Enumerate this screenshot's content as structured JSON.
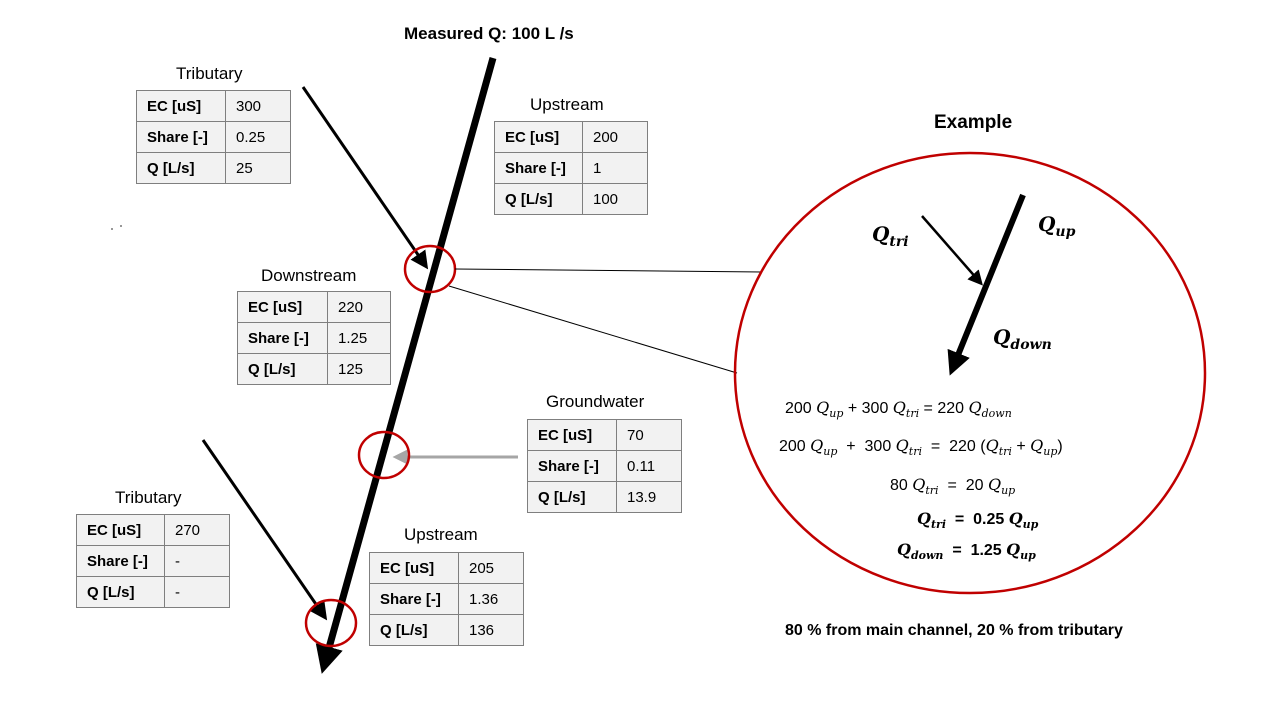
{
  "header": {
    "measured_q": "Measured Q: 100 L /s"
  },
  "stations": {
    "tributary1": {
      "title": "Tributary",
      "rows": [
        {
          "key": "EC [uS]",
          "value": "300"
        },
        {
          "key": "Share [-]",
          "value": "0.25"
        },
        {
          "key": "Q [L/s]",
          "value": "25"
        }
      ]
    },
    "upstream1": {
      "title": "Upstream",
      "rows": [
        {
          "key": "EC [uS]",
          "value": "200"
        },
        {
          "key": "Share [-]",
          "value": "1"
        },
        {
          "key": "Q [L/s]",
          "value": "100"
        }
      ]
    },
    "downstream": {
      "title": "Downstream",
      "rows": [
        {
          "key": "EC [uS]",
          "value": "220"
        },
        {
          "key": "Share [-]",
          "value": "1.25"
        },
        {
          "key": "Q [L/s]",
          "value": "125"
        }
      ]
    },
    "groundwater": {
      "title": "Groundwater",
      "rows": [
        {
          "key": "EC [uS]",
          "value": "70"
        },
        {
          "key": "Share [-]",
          "value": "0.11"
        },
        {
          "key": "Q [L/s]",
          "value": "13.9"
        }
      ]
    },
    "tributary2": {
      "title": "Tributary",
      "rows": [
        {
          "key": "EC [uS]",
          "value": "270"
        },
        {
          "key": "Share [-]",
          "value": "-"
        },
        {
          "key": "Q [L/s]",
          "value": "-"
        }
      ]
    },
    "upstream2": {
      "title": "Upstream",
      "rows": [
        {
          "key": "EC [uS]",
          "value": "205"
        },
        {
          "key": "Share [-]",
          "value": "1.36"
        },
        {
          "key": "Q [L/s]",
          "value": "136"
        }
      ]
    }
  },
  "example": {
    "title": "Example",
    "labels": {
      "q_tri": {
        "base": "Q",
        "sub": "tri"
      },
      "q_up": {
        "base": "Q",
        "sub": "up"
      },
      "q_down": {
        "base": "Q",
        "sub": "down"
      }
    },
    "equations": {
      "eq1": {
        "c1": "200 ",
        "t1": "Q",
        "s1": "up",
        "op1": " + 300 ",
        "t2": "Q",
        "s2": "tri",
        "op2": " = 220 ",
        "t3": "Q",
        "s3": "down"
      },
      "eq2": {
        "c1": "200 ",
        "t1": "Q",
        "s1": "up",
        "op1": "  +  300 ",
        "t2": "Q",
        "s2": "tri",
        "op2": "  =  220 (",
        "t3": "Q",
        "s3": "tri",
        "op3": " + ",
        "t4": "Q",
        "s4": "up",
        "close": ")"
      },
      "eq3": {
        "c1": "80 ",
        "t1": "Q",
        "s1": "tri",
        "op1": "  =  20 ",
        "t2": "Q",
        "s2": "up"
      },
      "eq4": {
        "t1": "Q",
        "s1": "tri",
        "op1": "  =  0.25 ",
        "t2": "Q",
        "s2": "up"
      },
      "eq5": {
        "t1": "Q",
        "s1": "down",
        "op1": "  =  1.25 ",
        "t2": "Q",
        "s2": "up"
      }
    },
    "summary": "80 % from main channel, 20 % from tributary"
  },
  "colors": {
    "river": "#000000",
    "highlight": "#c00000",
    "groundwater_arrow": "#a6a6a6",
    "table_bg": "#f2f2f2",
    "table_border": "#7f7f7f"
  }
}
